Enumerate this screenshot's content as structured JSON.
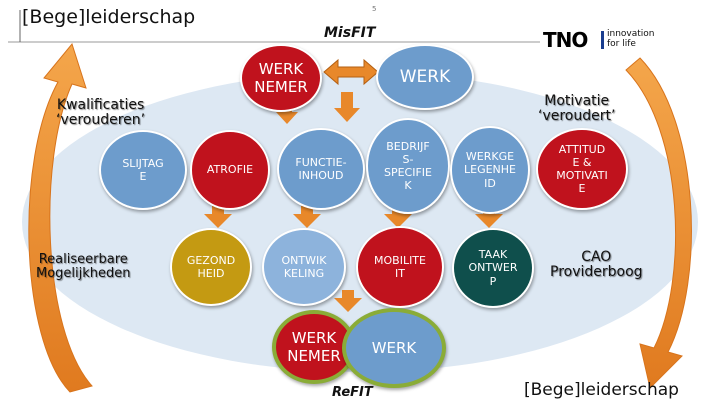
{
  "header": {
    "title_left": "[Bege]leiderschap",
    "slide_number": "5",
    "center_title": "MisFIT"
  },
  "logo": {
    "brand": "TNO",
    "tagline_line1": "innovation",
    "tagline_line2": "for life"
  },
  "top": {
    "werknemer": "WERK\nNEMER",
    "werk": "WERK"
  },
  "labels": {
    "kwalificaties": "Kwalificaties\n‘verouderen’",
    "motivatie": "Motivatie\n‘veroudert’",
    "realiseerbare": "Realiseerbare\nMogelijkheden",
    "cao": "CAO\nProviderboog"
  },
  "row1": {
    "slijtage": "SLIJTAG\nE",
    "atrofie": "ATROFIE",
    "functie": "FUNCTIE-\nINHOUD",
    "bedrijf": "BEDRIJF\nS-\nSPECIFIE\nK",
    "werkgelegenheid": "WERKGE\nLEGENHE\nID",
    "attitude": "ATTITUD\nE &\nMOTIVATI\nE"
  },
  "row2": {
    "gezondheid": "GEZOND\nHEID",
    "ontwikkeling": "ONTWIK\nKELING",
    "mobiliteit": "MOBILITE\nIT",
    "taakontwerp": "TAAK\nONTWER\nP"
  },
  "bottom": {
    "werknemer": "WERK\nNEMER",
    "werk": "WERK",
    "refit": "ReFIT",
    "title_right": "[Bege]leiderschap"
  },
  "colors": {
    "ellipse": "#dde8f3",
    "blue": "#6d9ccc",
    "red": "#c0121d",
    "gold": "#c49a12",
    "arrow_orange": "#e8882a",
    "ring_green": "#8aac37"
  }
}
